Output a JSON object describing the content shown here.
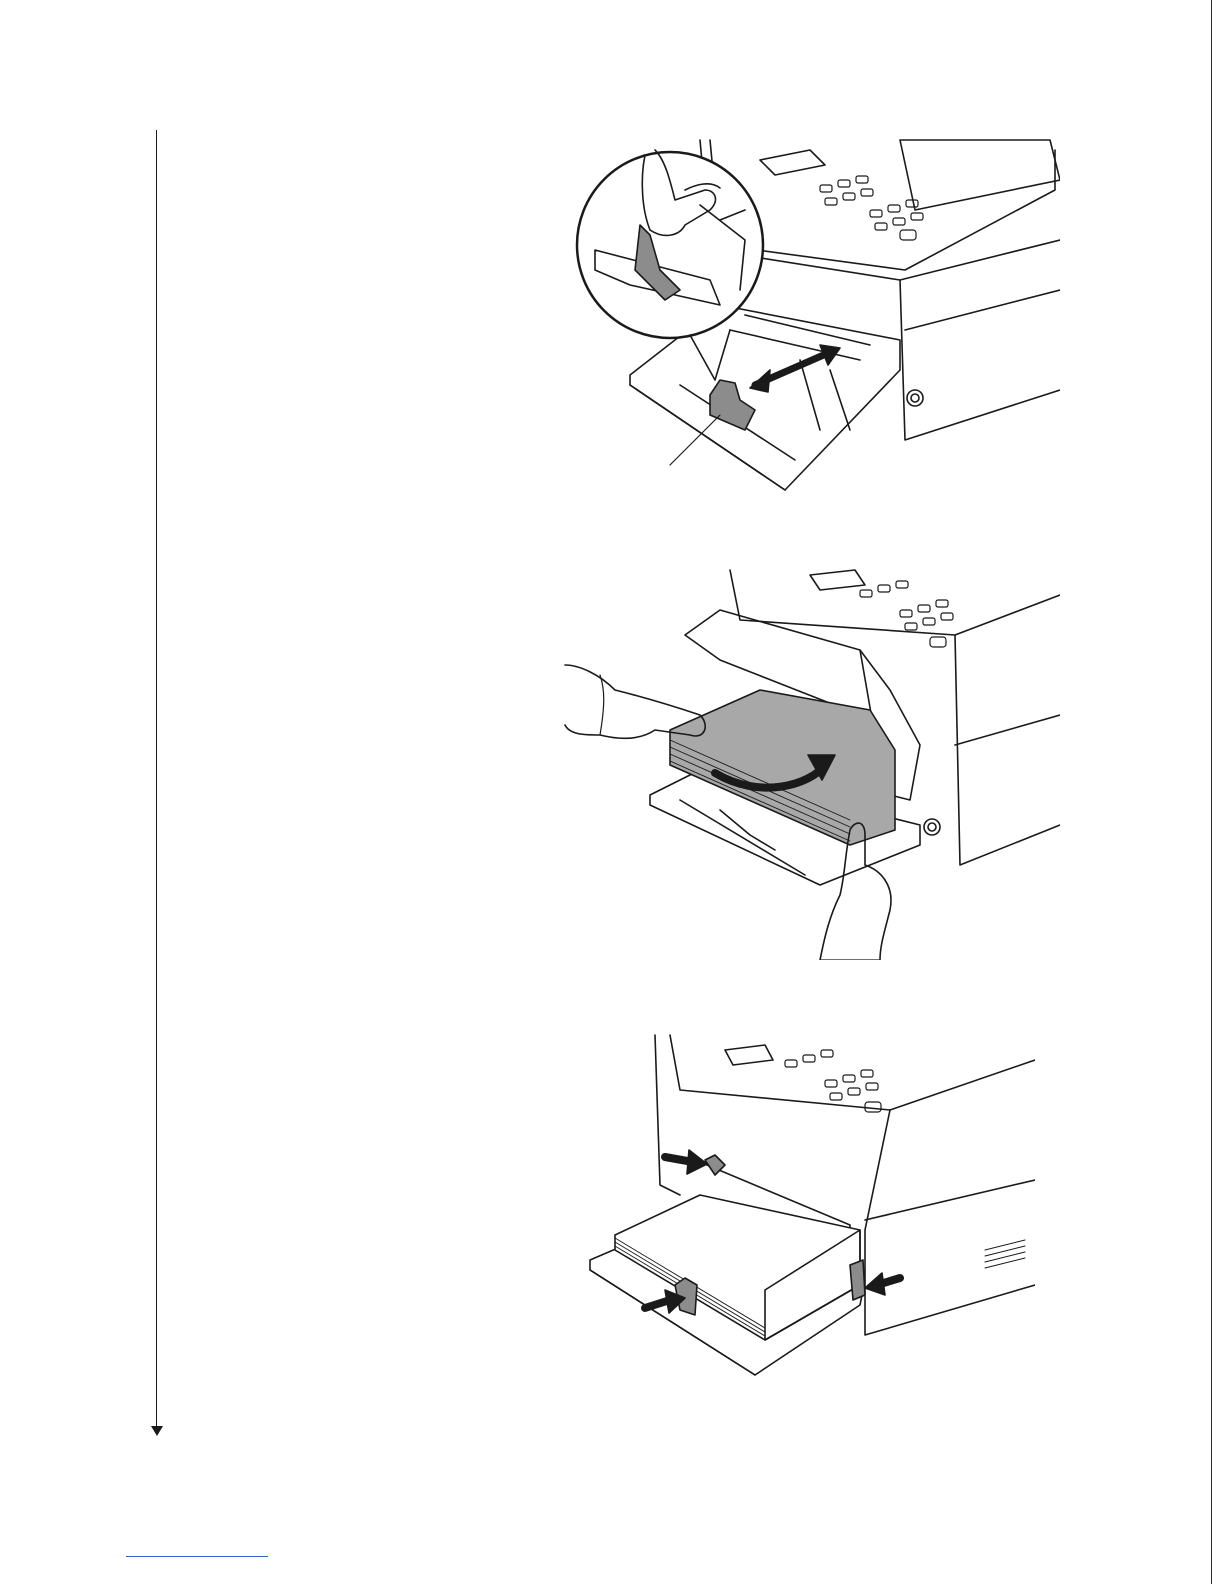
{
  "page": {
    "steps": [
      {
        "id": "step-1",
        "action": "slide-paper-width-guide",
        "icon": "double-arrow-icon"
      },
      {
        "id": "step-2",
        "action": "insert-paper-stack",
        "icon": "curved-arrow-icon"
      },
      {
        "id": "step-3",
        "action": "adjust-guides-to-paper",
        "icon": "push-arrow-icon"
      }
    ],
    "colors": {
      "line": "#1a1a1a",
      "paper": "#a8a8a8",
      "guide": "#8c8c8c",
      "footer_rule": "#3a5fcd"
    }
  }
}
